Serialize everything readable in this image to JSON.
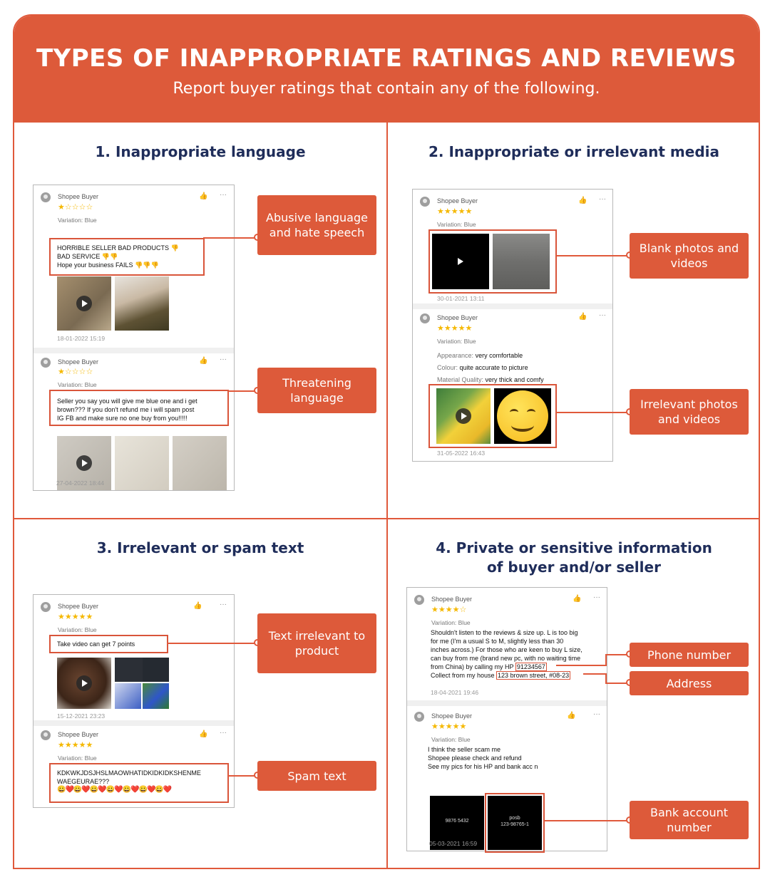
{
  "header": {
    "title": "TYPES OF INAPPROPRIATE RATINGS AND REVIEWS",
    "subtitle": "Report buyer ratings that contain any of the following."
  },
  "sections": {
    "s1": {
      "title": "1. Inappropriate language"
    },
    "s2": {
      "title": "2. Inappropriate or irrelevant media"
    },
    "s3": {
      "title": "3. Irrelevant or spam text"
    },
    "s4": {
      "title_line1": "4. Private or sensitive information",
      "title_line2": "of buyer and/or seller"
    }
  },
  "common": {
    "buyer_name": "Shopee Buyer",
    "variation": "Variation:  Blue",
    "one_star": "★☆☆☆☆",
    "five_star": "★★★★★",
    "four_star": "★★★★☆"
  },
  "reviews": {
    "r1": {
      "line1": "HORRIBLE SELLER BAD PRODUCTS 👎",
      "line2": "BAD SERVICE 👎👎",
      "line3": "Hope your business FAILS 👎👎👎",
      "date": "18-01-2022 15:19"
    },
    "r2": {
      "line1": "Seller you say you will give me blue one and i get",
      "line2": "brown??? If you don't refund me i will spam post",
      "line3": "IG FB and make sure no one buy from you!!!!!",
      "date": "27-04-2022 18:44"
    },
    "r3": {
      "date": "30-01-2021 13:11"
    },
    "r4": {
      "appearance_label": "Appearance:",
      "appearance_value": "very comfortable",
      "colour_label": "Colour:",
      "colour_value": "quite accurate to picture",
      "material_label": "Material Quality:",
      "material_value": "very thick and comfy",
      "date": "31-05-2022 16:43"
    },
    "r5": {
      "text": "Take video can get 7 points",
      "date": "15-12-2021 23:23"
    },
    "r6": {
      "line1": "KDKWKJDSJHSLMAOWHATIDKIDKIDKSHENME",
      "line2": "WAEGEURAE???",
      "emojis": "😀❤️😀❤️😀❤️😀❤️😀❤️😀❤️😀❤️"
    },
    "r7": {
      "line1": "Shouldn't listen to the reviews & size up. L is too big",
      "line2": "for me (I'm a usual S to M, slightly less than 30",
      "line3": "inches across.) For those who are keen to buy L size,",
      "line4": "can buy from me (brand new pc, with no waiting time",
      "line5": "from China) by calling my HP",
      "phone": "91234567",
      "line6": "Collect from my house",
      "address": "123 brown street, #08-23",
      "date": "18-04-2021 19:46"
    },
    "r8": {
      "line1": "I think the seller scam me",
      "line2": "Shopee please check and refund",
      "line3": "See my pics for his HP and bank acc n",
      "img1_text": "9876 5432",
      "img2_line1": "posb",
      "img2_line2": "123-98765-1",
      "date": "05-03-2021 16:59"
    }
  },
  "callouts": {
    "abusive": "Abusive language and hate speech",
    "threatening": "Threatening language",
    "blank": "Blank photos and videos",
    "irrelevant_media": "Irrelevant photos and videos",
    "text_irrelevant": "Text irrelevant to product",
    "spam": "Spam text",
    "phone": "Phone number",
    "address": "Address",
    "bank": "Bank account number"
  },
  "icons": {
    "like": "thumbs-up-icon",
    "more": "more-options-icon",
    "play": "play-icon",
    "avatar": "user-avatar-icon"
  },
  "colors": {
    "brand": "#dd5a3a",
    "title_navy": "#1f2d5a",
    "star": "#f5b800"
  }
}
